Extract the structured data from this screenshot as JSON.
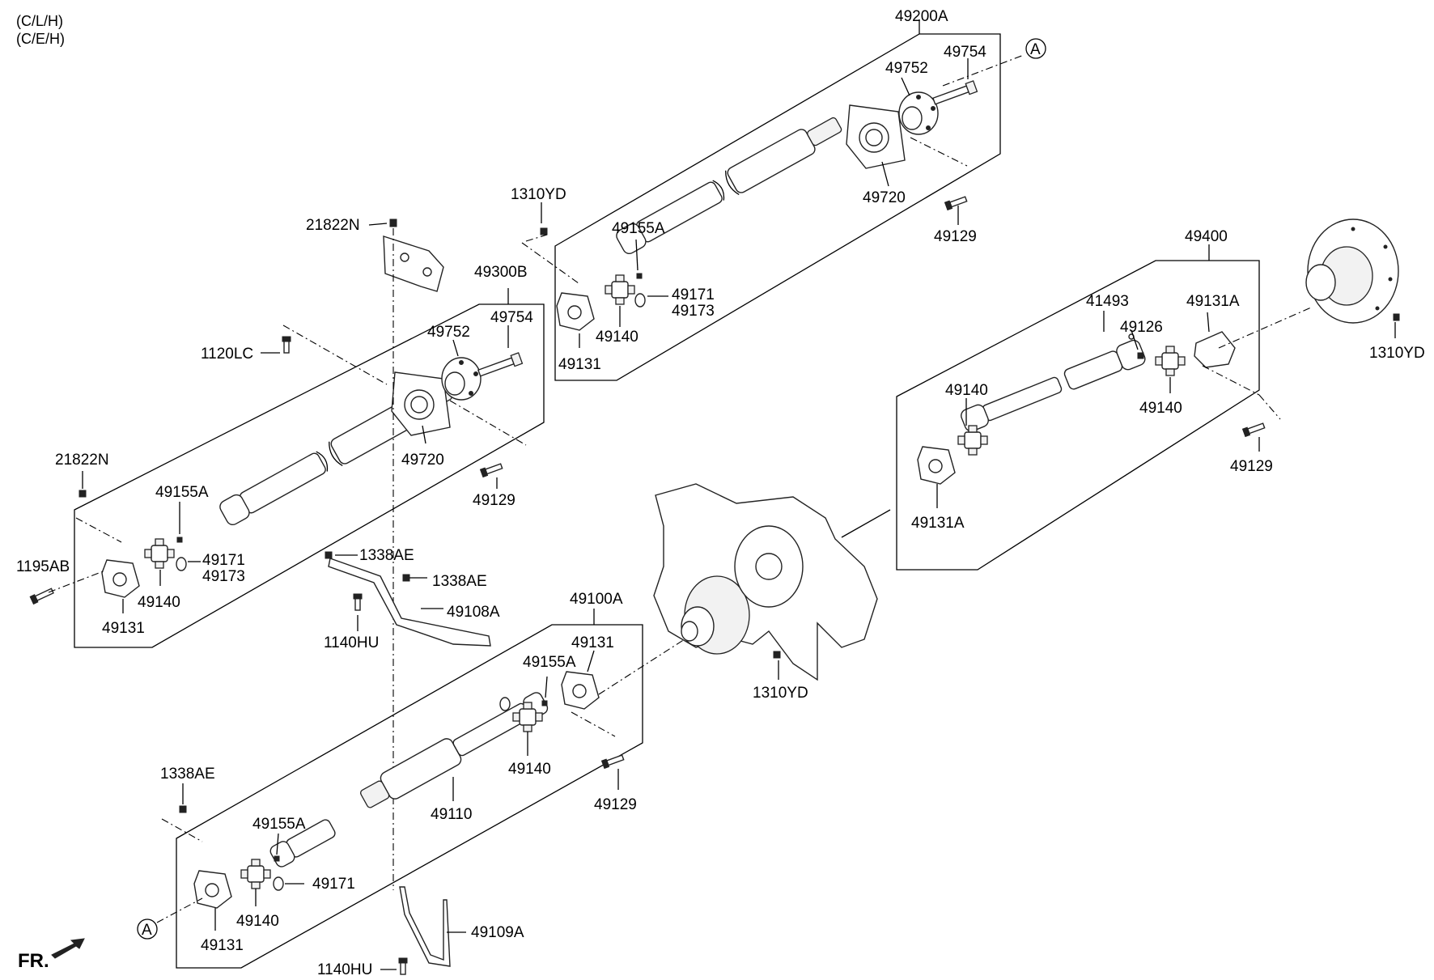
{
  "header": {
    "line1": "(C/L/H)",
    "line2": "(C/E/H)"
  },
  "direction": {
    "label": "FR.",
    "icon": "front-direction-arrow-icon"
  },
  "callouts": {
    "ref_a_top": "A",
    "ref_a_bottom": "A"
  },
  "labels": {
    "a49200A": "49200A",
    "a49754_top": "49754",
    "a49752_top": "49752",
    "a49720_top": "49720",
    "a49129_top": "49129",
    "a1310YD_top": "1310YD",
    "a49155A_top": "49155A",
    "a49171_top": "49171",
    "a49173_top": "49173",
    "a49140_top": "49140",
    "a49131_top": "49131",
    "a21822N_top": "21822N",
    "a49300B": "49300B",
    "a49754_mid": "49754",
    "a49752_mid": "49752",
    "a1120LC": "1120LC",
    "a49720_mid": "49720",
    "a49129_mid": "49129",
    "a21822N_left": "21822N",
    "a49155A_mid": "49155A",
    "a1195AB": "1195AB",
    "a49171_mid": "49171",
    "a49173_mid": "49173",
    "a49140_mid": "49140",
    "a49131_mid": "49131",
    "a1338AE_1": "1338AE",
    "a1338AE_2": "1338AE",
    "a49108A": "49108A",
    "a1140HU_top": "1140HU",
    "a49400": "49400",
    "a41493": "41493",
    "a49126": "49126",
    "a49131A_top": "49131A",
    "a1310YD_right": "1310YD",
    "a49140_r1": "49140",
    "a49140_r2": "49140",
    "a49129_right": "49129",
    "a49131A_bottom": "49131A",
    "a1310YD_axle": "1310YD",
    "a49100A": "49100A",
    "a49131_low": "49131",
    "a49155A_low": "49155A",
    "a49140_low": "49140",
    "a49129_low": "49129",
    "a49110": "49110",
    "a1338AE_low": "1338AE",
    "a49155A_bot": "49155A",
    "a49171_bot": "49171",
    "a49140_bot": "49140",
    "a49131_bot": "49131",
    "a49109A": "49109A",
    "a1140HU_bot": "1140HU"
  }
}
